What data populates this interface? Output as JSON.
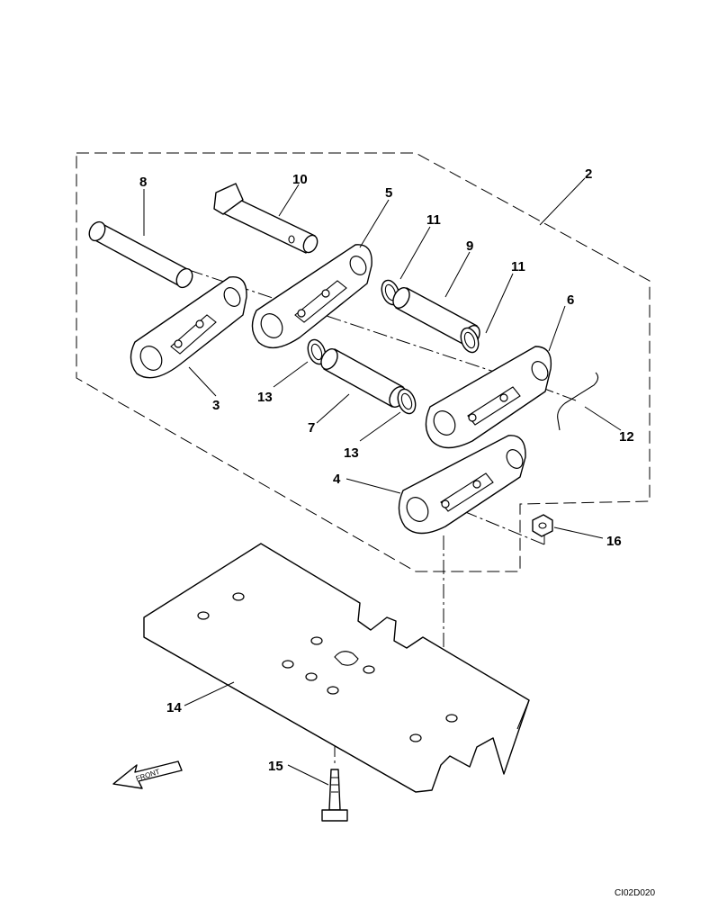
{
  "callouts": {
    "c2": "2",
    "c3": "3",
    "c4": "4",
    "c5": "5",
    "c6": "6",
    "c7": "7",
    "c8": "8",
    "c9": "9",
    "c10": "10",
    "c11a": "11",
    "c11b": "11",
    "c12": "12",
    "c13a": "13",
    "c13b": "13",
    "c14": "14",
    "c15": "15",
    "c16": "16"
  },
  "direction_label": "FRONT",
  "drawing_code": "CI02D020"
}
